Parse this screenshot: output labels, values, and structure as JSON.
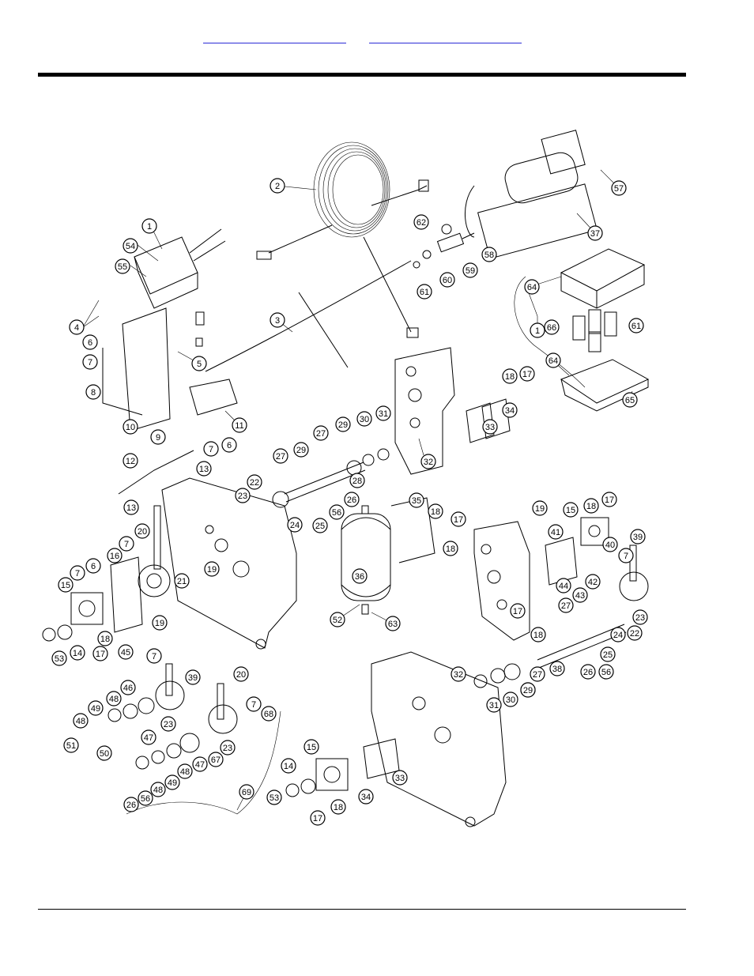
{
  "header": {
    "link_left": "",
    "link_right": ""
  },
  "callouts": [
    {
      "n": "1"
    },
    {
      "n": "54"
    },
    {
      "n": "55"
    },
    {
      "n": "4"
    },
    {
      "n": "6"
    },
    {
      "n": "7"
    },
    {
      "n": "8"
    },
    {
      "n": "5"
    },
    {
      "n": "10"
    },
    {
      "n": "9"
    },
    {
      "n": "7"
    },
    {
      "n": "6"
    },
    {
      "n": "11"
    },
    {
      "n": "3"
    },
    {
      "n": "2"
    },
    {
      "n": "62"
    },
    {
      "n": "61"
    },
    {
      "n": "60"
    },
    {
      "n": "59"
    },
    {
      "n": "58"
    },
    {
      "n": "57"
    },
    {
      "n": "37"
    },
    {
      "n": "64"
    },
    {
      "n": "1"
    },
    {
      "n": "66"
    },
    {
      "n": "61"
    },
    {
      "n": "64"
    },
    {
      "n": "65"
    },
    {
      "n": "18"
    },
    {
      "n": "17"
    },
    {
      "n": "34"
    },
    {
      "n": "33"
    },
    {
      "n": "32"
    },
    {
      "n": "31"
    },
    {
      "n": "30"
    },
    {
      "n": "29"
    },
    {
      "n": "27"
    },
    {
      "n": "27"
    },
    {
      "n": "29"
    },
    {
      "n": "28"
    },
    {
      "n": "22"
    },
    {
      "n": "23"
    },
    {
      "n": "26"
    },
    {
      "n": "56"
    },
    {
      "n": "25"
    },
    {
      "n": "24"
    },
    {
      "n": "12"
    },
    {
      "n": "13"
    },
    {
      "n": "13"
    },
    {
      "n": "35"
    },
    {
      "n": "18"
    },
    {
      "n": "17"
    },
    {
      "n": "18"
    },
    {
      "n": "36"
    },
    {
      "n": "52"
    },
    {
      "n": "63"
    },
    {
      "n": "20"
    },
    {
      "n": "7"
    },
    {
      "n": "16"
    },
    {
      "n": "21"
    },
    {
      "n": "19"
    },
    {
      "n": "7"
    },
    {
      "n": "6"
    },
    {
      "n": "15"
    },
    {
      "n": "19"
    },
    {
      "n": "18"
    },
    {
      "n": "17"
    },
    {
      "n": "14"
    },
    {
      "n": "53"
    },
    {
      "n": "19"
    },
    {
      "n": "15"
    },
    {
      "n": "18"
    },
    {
      "n": "17"
    },
    {
      "n": "41"
    },
    {
      "n": "39"
    },
    {
      "n": "40"
    },
    {
      "n": "7"
    },
    {
      "n": "42"
    },
    {
      "n": "43"
    },
    {
      "n": "44"
    },
    {
      "n": "23"
    },
    {
      "n": "22"
    },
    {
      "n": "17"
    },
    {
      "n": "18"
    },
    {
      "n": "27"
    },
    {
      "n": "24"
    },
    {
      "n": "25"
    },
    {
      "n": "26"
    },
    {
      "n": "56"
    },
    {
      "n": "38"
    },
    {
      "n": "29"
    },
    {
      "n": "27"
    },
    {
      "n": "32"
    },
    {
      "n": "31"
    },
    {
      "n": "30"
    },
    {
      "n": "29"
    },
    {
      "n": "45"
    },
    {
      "n": "7"
    },
    {
      "n": "39"
    },
    {
      "n": "46"
    },
    {
      "n": "48"
    },
    {
      "n": "49"
    },
    {
      "n": "23"
    },
    {
      "n": "47"
    },
    {
      "n": "48"
    },
    {
      "n": "51"
    },
    {
      "n": "50"
    },
    {
      "n": "20"
    },
    {
      "n": "7"
    },
    {
      "n": "68"
    },
    {
      "n": "23"
    },
    {
      "n": "67"
    },
    {
      "n": "47"
    },
    {
      "n": "48"
    },
    {
      "n": "49"
    },
    {
      "n": "48"
    },
    {
      "n": "56"
    },
    {
      "n": "26"
    },
    {
      "n": "69"
    },
    {
      "n": "15"
    },
    {
      "n": "14"
    },
    {
      "n": "34"
    },
    {
      "n": "33"
    },
    {
      "n": "53"
    },
    {
      "n": "17"
    },
    {
      "n": "18"
    }
  ]
}
